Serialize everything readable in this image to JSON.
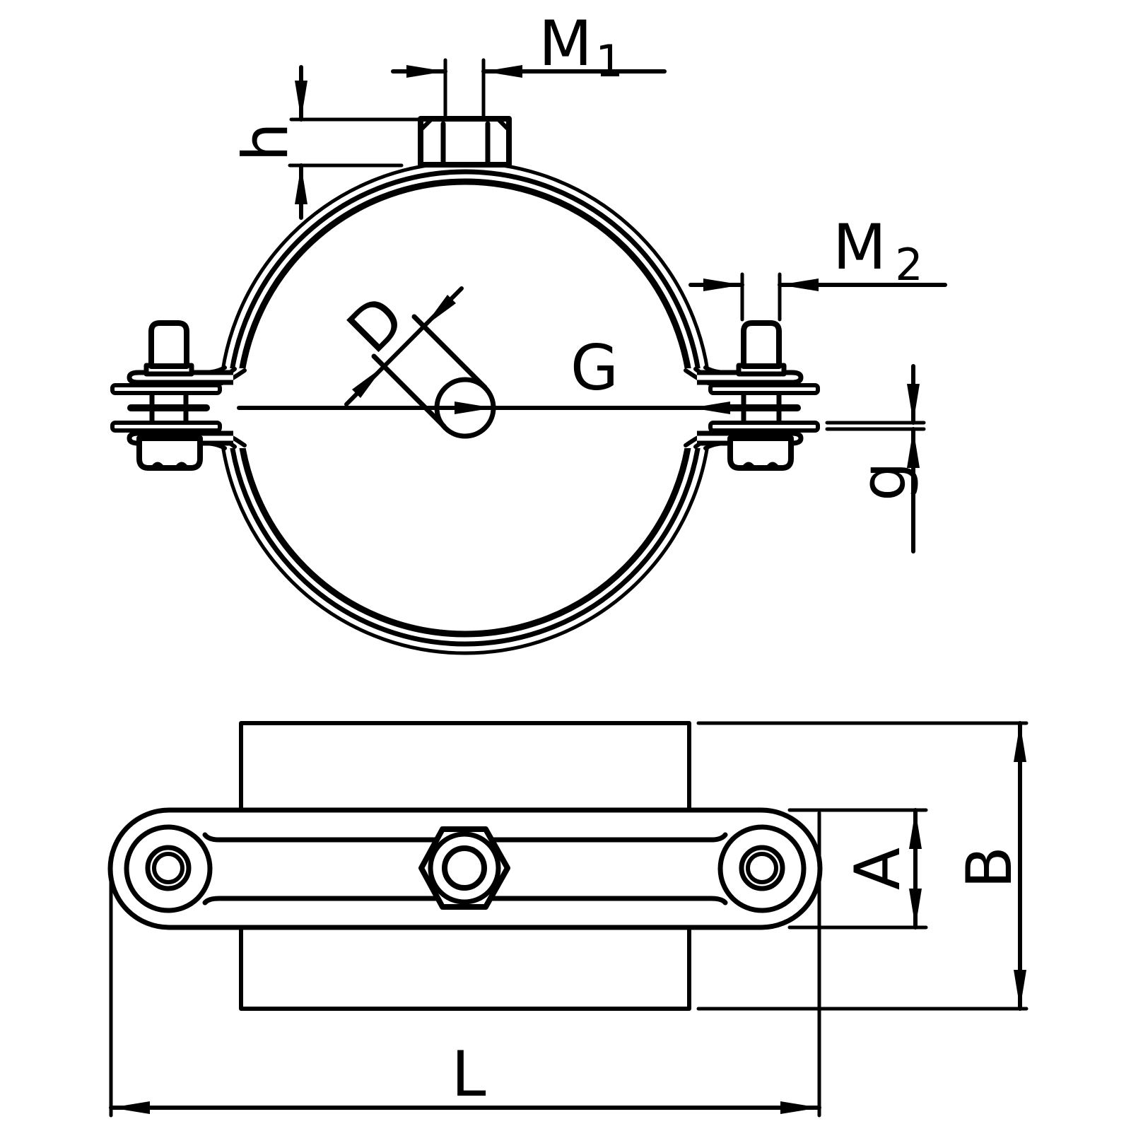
{
  "colors": {
    "ink": "#000000",
    "background": "#ffffff"
  },
  "drawing": {
    "type": "technical-drawing",
    "subject": "pipe-clamp-with-nuts",
    "views": {
      "front": "clamp front view",
      "side": "clamp side view"
    },
    "dimension_labels": {
      "m1": {
        "main": "M",
        "sub": "1"
      },
      "m2": {
        "main": "M",
        "sub": "2"
      },
      "nut_height": "h",
      "bore_diameter": "D",
      "thread": "G",
      "sheet_thickness": "g",
      "strap_width": "A",
      "band_width": "B",
      "strap_length": "L"
    }
  }
}
